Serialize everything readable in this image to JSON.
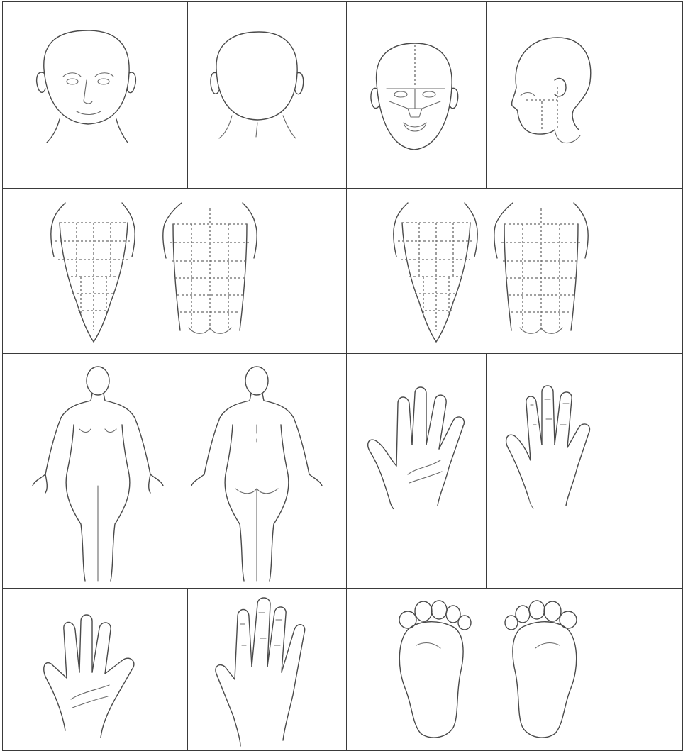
{
  "sheet": {
    "cells": [
      {
        "id": "head-front",
        "content": "head-front-outline"
      },
      {
        "id": "head-back",
        "content": "head-back-outline"
      },
      {
        "id": "face-regions",
        "content": "face-front-with-region-lines"
      },
      {
        "id": "face-profile",
        "content": "head-profile-with-region-lines"
      },
      {
        "id": "torso-grid-a",
        "content": "torso-front-and-back-grid"
      },
      {
        "id": "torso-grid-b",
        "content": "torso-front-and-back-grid"
      },
      {
        "id": "female-body",
        "content": "female-body-front-and-back"
      },
      {
        "id": "hand-palm-right",
        "content": "hand-palm"
      },
      {
        "id": "hand-back-right",
        "content": "hand-dorsum"
      },
      {
        "id": "hand-palm-left",
        "content": "hand-palm"
      },
      {
        "id": "hand-back-left",
        "content": "hand-dorsum"
      },
      {
        "id": "feet-soles",
        "content": "feet-soles-pair"
      }
    ]
  },
  "colors": {
    "line": "#4a4a4a",
    "border": "#3a3a3a",
    "background": "#ffffff"
  }
}
